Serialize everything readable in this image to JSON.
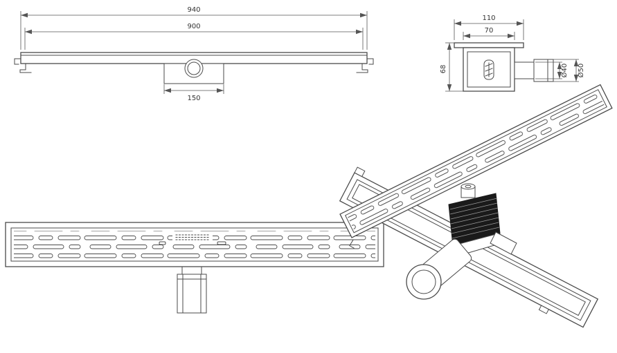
{
  "drawing": {
    "front": {
      "overall": "940",
      "inner": "900",
      "trap_width": "150"
    },
    "end": {
      "outer_width": "110",
      "inner_width": "70",
      "height": "68",
      "pipe_d40": "Ø40",
      "pipe_d50": "Ø50"
    }
  },
  "colors": {
    "line": "#4a4a4a",
    "dimension_line": "#555555",
    "text": "#333333",
    "background": "#ffffff",
    "trap_body": "#1a1a1a"
  }
}
